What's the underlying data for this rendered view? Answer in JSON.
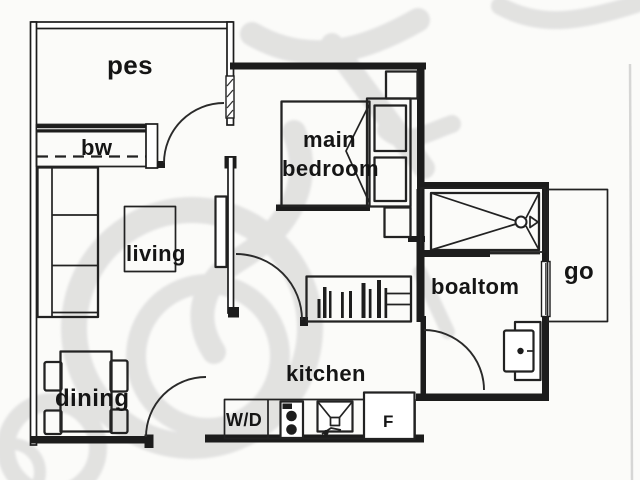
{
  "labels": {
    "pes": "pes",
    "bw": "bw",
    "bedroom_line1": "main",
    "bedroom_line2": "bedroom",
    "living": "living",
    "dining": "dining",
    "kitchen": "kitchen",
    "bathroom": "boaltom",
    "ledge": "go",
    "washer_dryer": "W/D",
    "fridge": "F"
  },
  "colors": {
    "wall_line": "#1c1c1c",
    "text": "#151515",
    "watermark": "#c0c0c0",
    "paper": "#fbfbf9"
  }
}
